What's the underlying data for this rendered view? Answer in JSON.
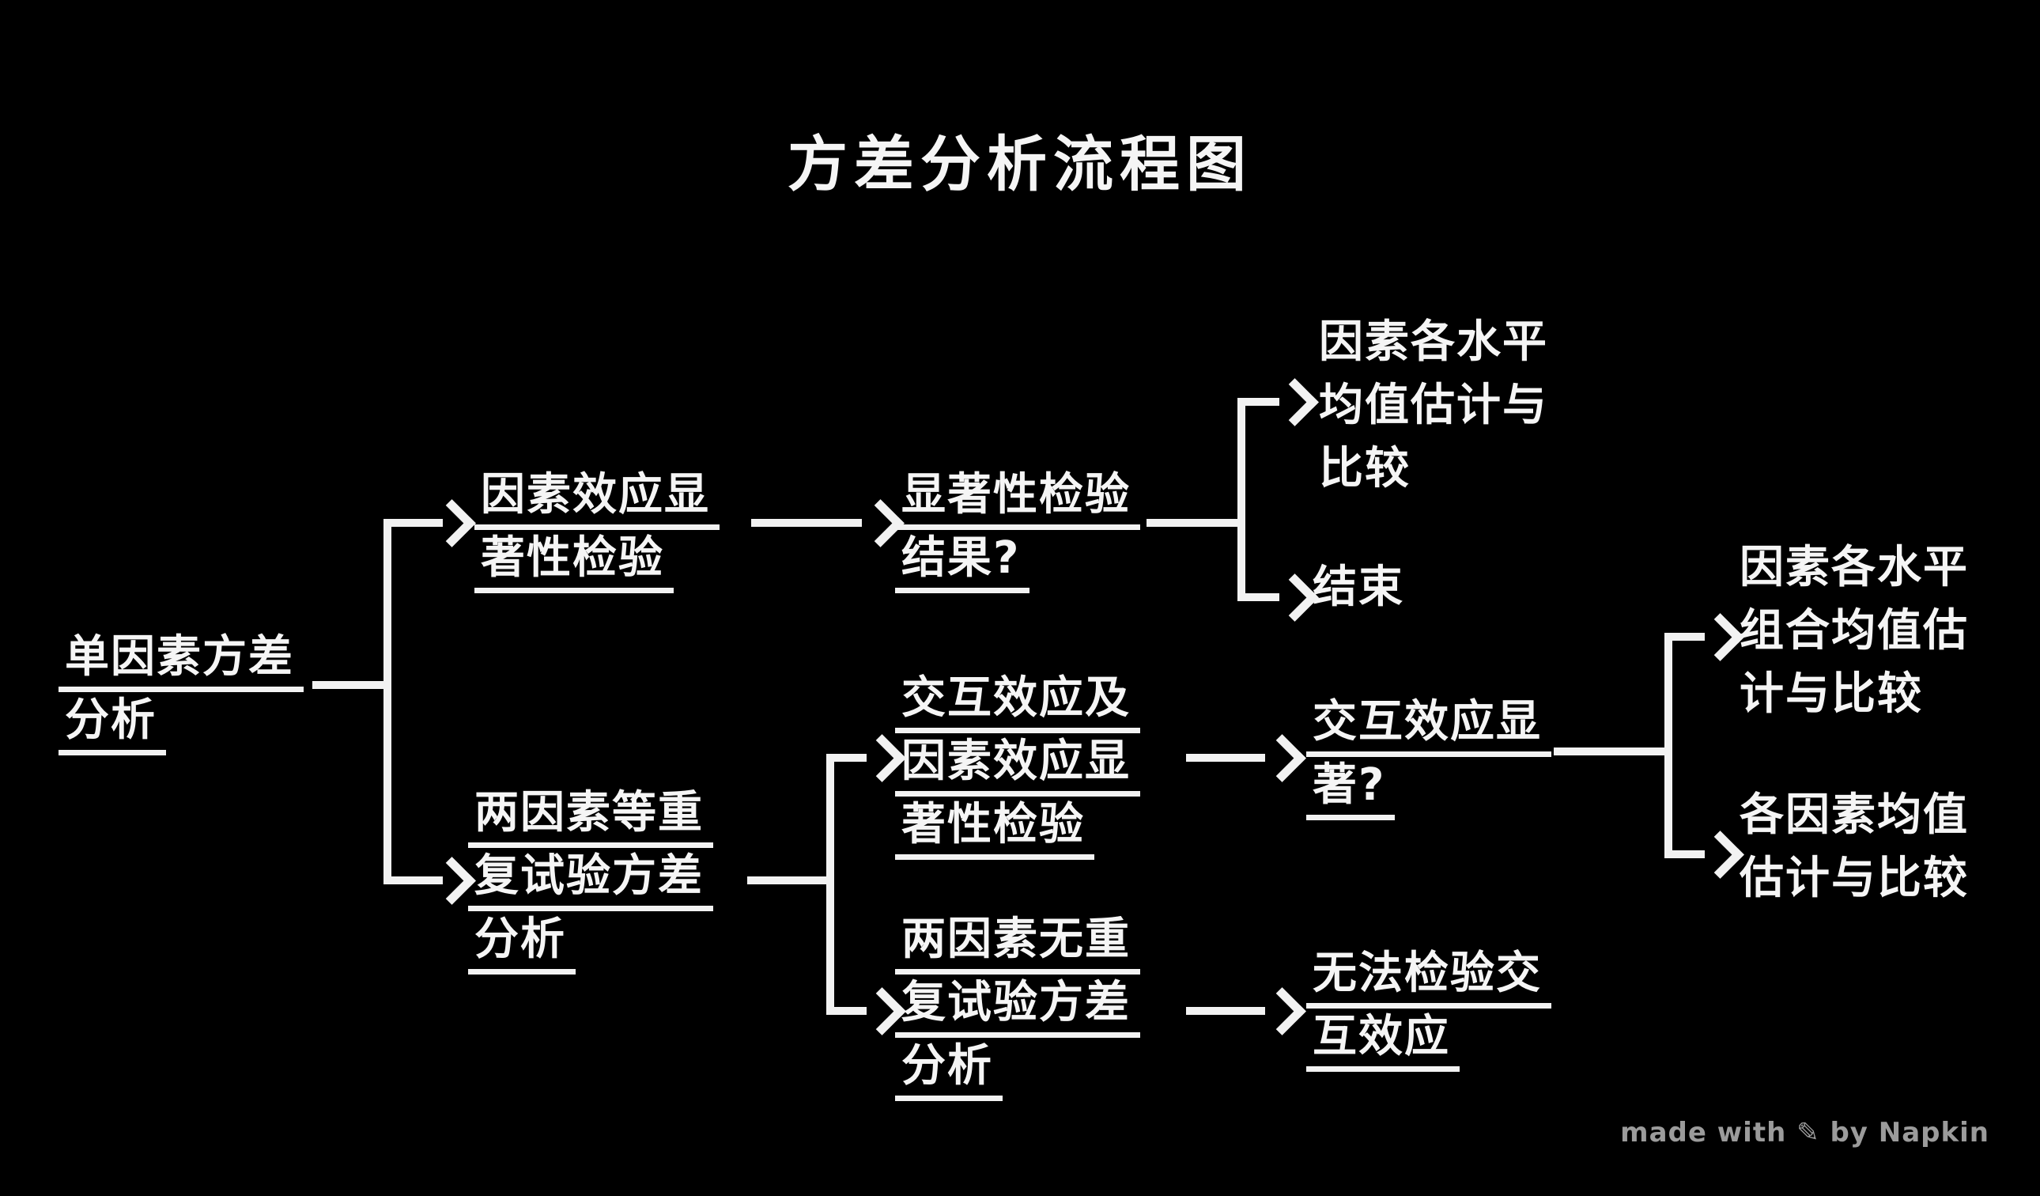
{
  "title": "方差分析流程图",
  "watermark": "made with ✎ by Napkin",
  "colors": {
    "background": "#000000",
    "text": "#f5f5f5",
    "connector": "#f2f2f2",
    "watermark": "#9b9b9b"
  },
  "nodes": {
    "root": {
      "text": "单因素方差分析",
      "lines": [
        "单因素方差",
        "分析"
      ]
    },
    "factor_effect_test": {
      "text": "因素效应显著性检验",
      "lines": [
        "因素效应显",
        "著性检验"
      ]
    },
    "significance_result": {
      "text": "显著性检验结果?",
      "lines": [
        "显著性检验",
        "结果?"
      ]
    },
    "level_means": {
      "text": "因素各水平均值估计与比较",
      "lines": [
        "因素各水平",
        "均值估计与",
        "比较"
      ]
    },
    "end": {
      "text": "结束",
      "lines": [
        "结束"
      ]
    },
    "two_factor_equal_rep": {
      "text": "两因素等重复试验方差分析",
      "lines": [
        "两因素等重",
        "复试验方差",
        "分析"
      ]
    },
    "interaction_factor_test": {
      "text": "交互效应及因素效应显著性检验",
      "lines": [
        "交互效应及",
        "因素效应显",
        "著性检验"
      ]
    },
    "interaction_significant": {
      "text": "交互效应显著?",
      "lines": [
        "交互效应显",
        "著?"
      ]
    },
    "two_factor_no_rep": {
      "text": "两因素无重复试验方差分析",
      "lines": [
        "两因素无重",
        "复试验方差",
        "分析"
      ]
    },
    "cannot_test_interaction": {
      "text": "无法检验交互效应",
      "lines": [
        "无法检验交",
        "互效应"
      ]
    },
    "combo_means": {
      "text": "因素各水平组合均值估计与比较",
      "lines": [
        "因素各水平",
        "组合均值估",
        "计与比较"
      ]
    },
    "factor_means": {
      "text": "各因素均值估计与比较",
      "lines": [
        "各因素均值",
        "估计与比较"
      ]
    }
  },
  "edges": [
    {
      "from": "root",
      "to": "factor_effect_test"
    },
    {
      "from": "root",
      "to": "two_factor_equal_rep"
    },
    {
      "from": "factor_effect_test",
      "to": "significance_result"
    },
    {
      "from": "significance_result",
      "to": "level_means"
    },
    {
      "from": "significance_result",
      "to": "end"
    },
    {
      "from": "two_factor_equal_rep",
      "to": "interaction_factor_test"
    },
    {
      "from": "two_factor_equal_rep",
      "to": "two_factor_no_rep"
    },
    {
      "from": "interaction_factor_test",
      "to": "interaction_significant"
    },
    {
      "from": "interaction_significant",
      "to": "combo_means"
    },
    {
      "from": "interaction_significant",
      "to": "factor_means"
    },
    {
      "from": "two_factor_no_rep",
      "to": "cannot_test_interaction"
    }
  ]
}
